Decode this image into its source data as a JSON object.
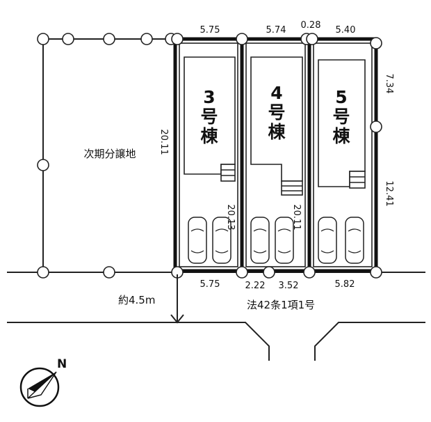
{
  "dimensions": {
    "top_lot3": "5.75",
    "top_lot4": "5.74",
    "top_gap": "0.28",
    "top_lot5": "5.40",
    "right_upper": "7.34",
    "right_lower": "12.41",
    "left_lot3": "20.11",
    "mid_lot3_4": "20.13",
    "mid_lot4_5": "20.11",
    "bottom_lot3": "5.75",
    "bottom_lot4a": "2.22",
    "bottom_lot4b": "3.52",
    "bottom_lot5": "5.82"
  },
  "buildings": [
    {
      "number": "3",
      "suffix1": "号",
      "suffix2": "棟"
    },
    {
      "number": "4",
      "suffix1": "号",
      "suffix2": "棟"
    },
    {
      "number": "5",
      "suffix1": "号",
      "suffix2": "棟"
    }
  ],
  "labels": {
    "future_lot": "次期分譲地",
    "road_width": "約4.5m",
    "road_type": "法42条1項1号",
    "north": "N"
  }
}
